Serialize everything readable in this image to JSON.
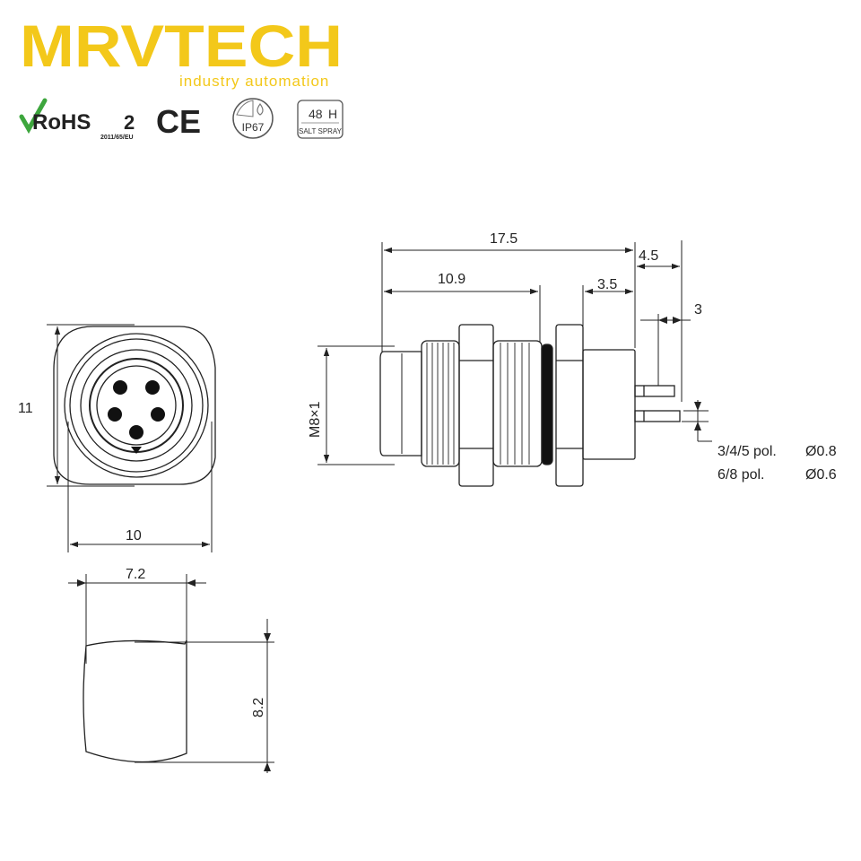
{
  "brand": {
    "name": "MRVTECH",
    "tagline": "industry automation",
    "color": "#F3C81A"
  },
  "certifications": {
    "rohs": {
      "label": "RoHS",
      "suffix": "2",
      "sub": "2011/65/EU"
    },
    "ce": {
      "label": "CE"
    },
    "ip": {
      "label": "IP67"
    },
    "salt_spray": {
      "value": "48",
      "unit": "H",
      "label": "SALT SPRAY"
    }
  },
  "drawing": {
    "front_view": {
      "height": "11",
      "width": "10"
    },
    "panel_cutout": {
      "width": "7.2",
      "height": "8.2"
    },
    "side_view": {
      "total_length": "17.5",
      "front_length": "10.9",
      "flange": "3.5",
      "pin_length": "4.5",
      "pin_offset": "3",
      "thread": "M8×1"
    },
    "pin_notes": [
      {
        "poles": "3/4/5 pol.",
        "diameter": "Ø0.8"
      },
      {
        "poles": "6/8 pol.",
        "diameter": "Ø0.6"
      }
    ]
  }
}
